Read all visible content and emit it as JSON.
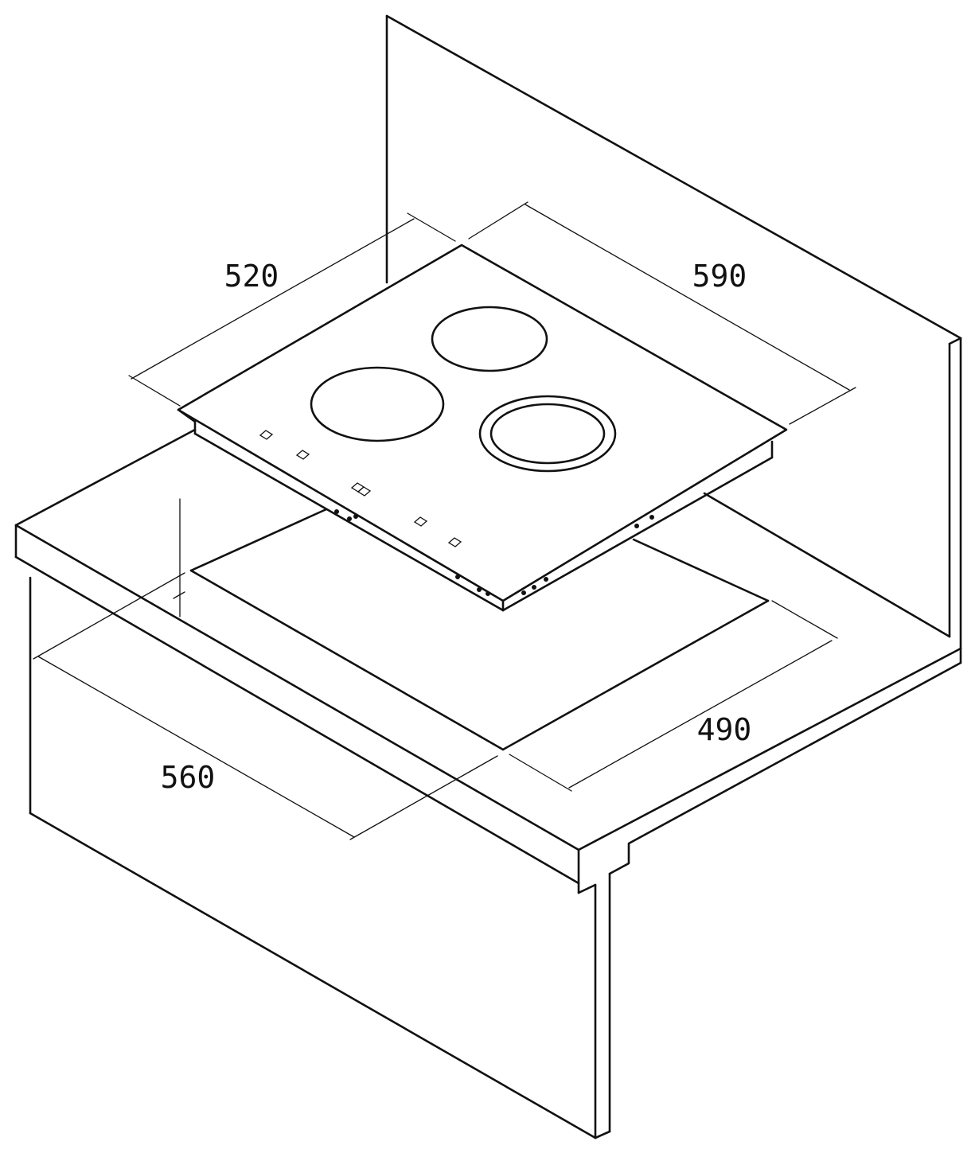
{
  "colors": {
    "line": "#111111",
    "background": "#ffffff"
  },
  "dimensions": {
    "hob_depth": "520",
    "hob_width": "590",
    "cutout_width": "490",
    "cutout_depth": "560"
  }
}
